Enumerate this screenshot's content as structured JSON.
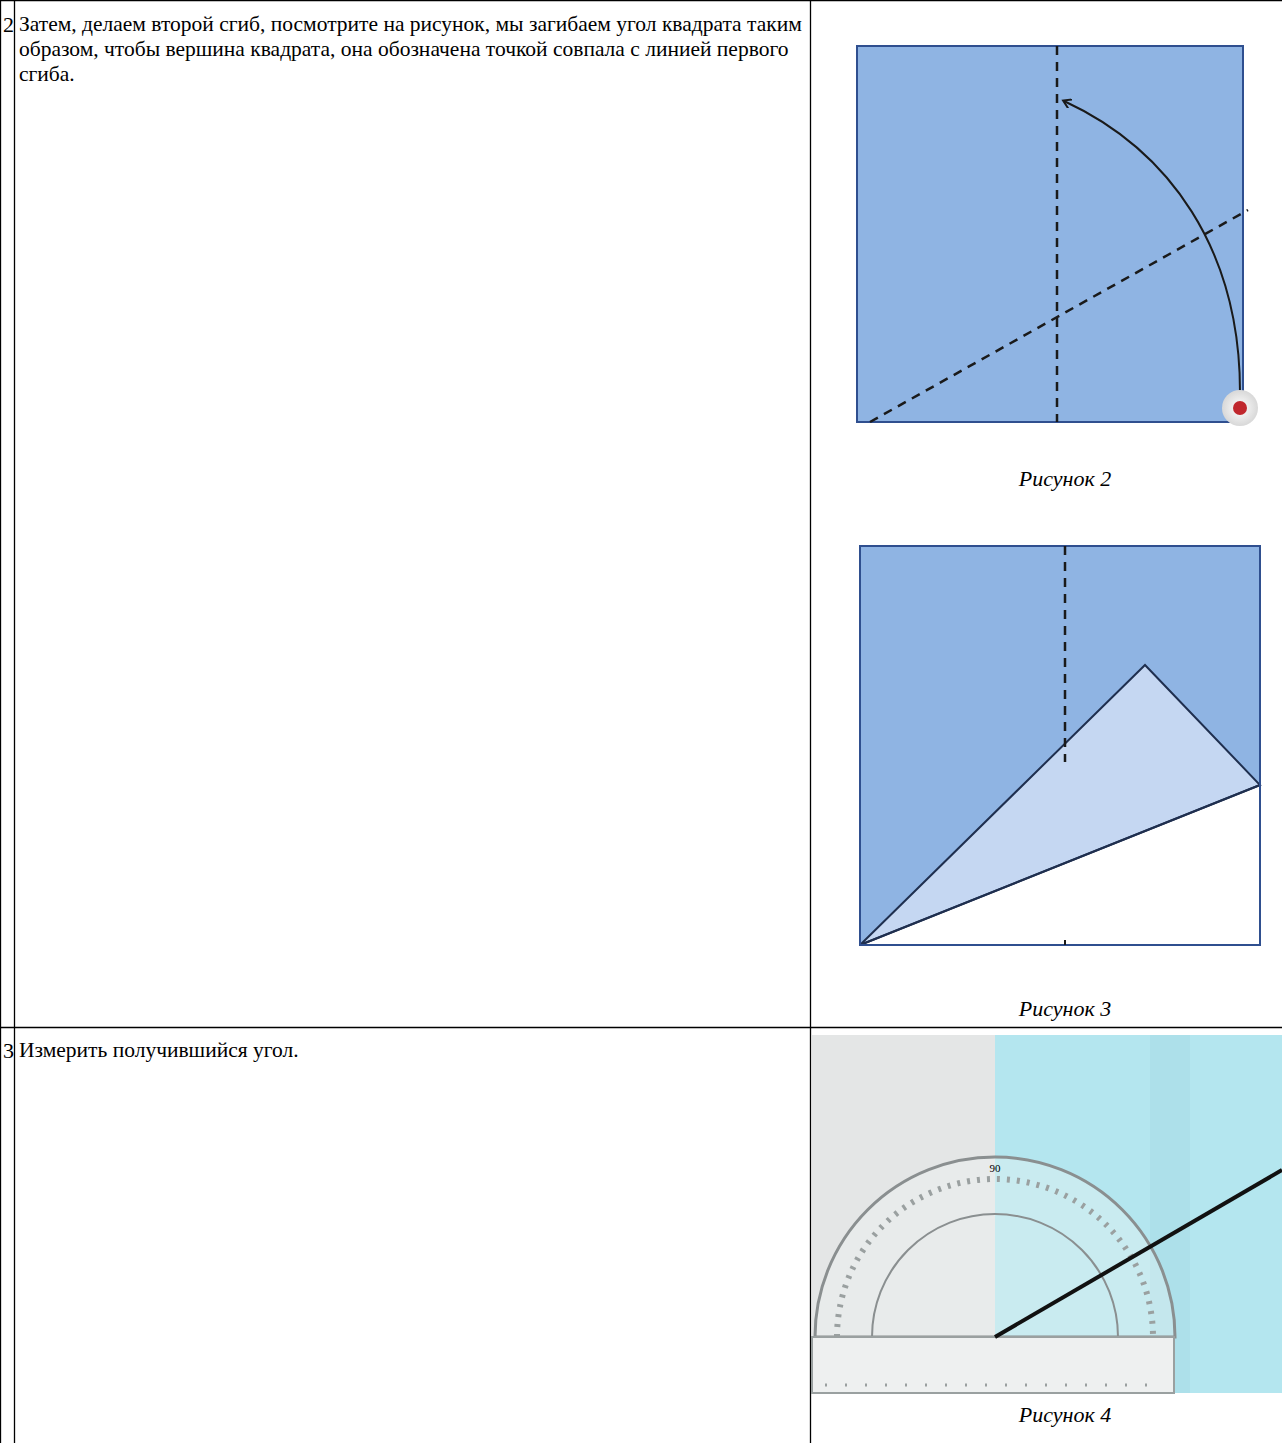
{
  "diagram": {
    "labels": [
      "2",
      "Затем, делаем второй сгиб, посмотрите на рисунок, мы загибаем угол квадрата таким образом, чтобы вершина квадрата, она обозначена точкой совпала с линией первого сгиба.",
      "Рисунок 2",
      "Рисунок 3",
      "3",
      "Измерить получившийся угол.",
      "90",
      "Рисунок 4"
    ]
  }
}
